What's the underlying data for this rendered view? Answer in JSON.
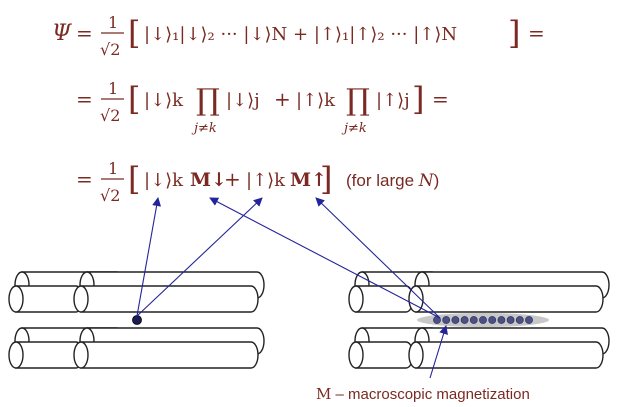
{
  "equation": {
    "psi": "Ψ",
    "equals": "=",
    "frac_one": "1",
    "sqrt_two": "√2",
    "line1_bracket_body": "|↓⟩₁|↓⟩₂ ··· |↓⟩N + |↑⟩₁|↑⟩₂ ··· |↑⟩N",
    "line1_trailing_equals": "=",
    "line2_term1": "|↓⟩k",
    "line2_term1_factor": "|↓⟩j",
    "line2_plus": "+",
    "line2_term2": "|↑⟩k",
    "line2_term2_factor": "|↑⟩j",
    "product_symbol": "∏",
    "product_subscript": "j≠k",
    "line2_trailing_equals": "=",
    "line3_term1": "|↓⟩k",
    "line3_M_down": "M↓",
    "line3_plus": "+",
    "line3_term2": "|↑⟩k",
    "line3_M_up": "M↑",
    "note_prefix": "(for large ",
    "note_var": "N",
    "note_suffix": ")"
  },
  "caption": {
    "symbol": "M",
    "text": " – macroscopic magnetization"
  },
  "colors": {
    "equation_text": "#7a2a22",
    "arrows": "#24249a",
    "spin_dot": "#1c1c55",
    "magnetization_dots": "#4b4f82",
    "magnetization_band": "#c8c8c8",
    "cylinder_stroke": "#222222"
  },
  "magnetization_dot_count": 11
}
